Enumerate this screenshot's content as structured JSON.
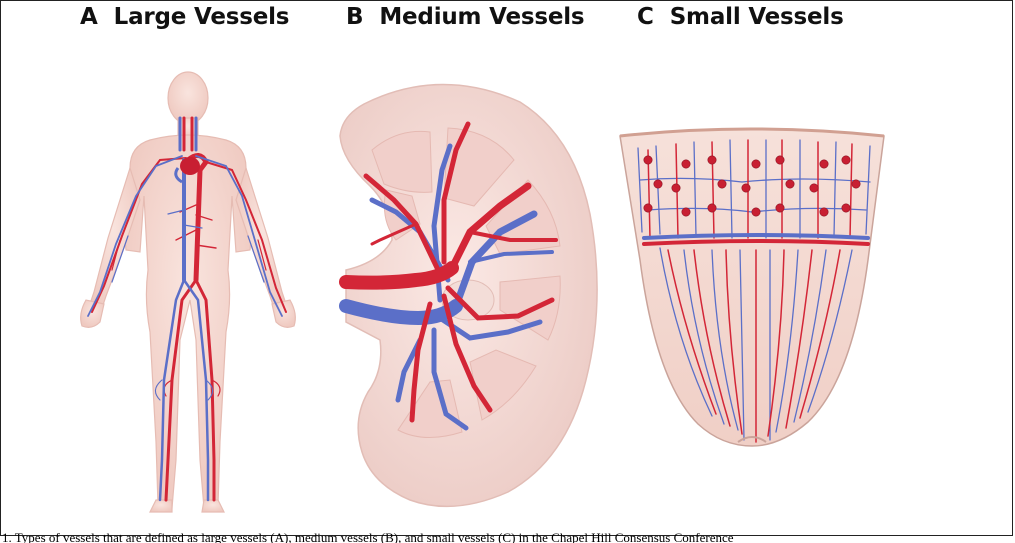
{
  "panels": [
    {
      "letter": "A",
      "title": "Large Vessels"
    },
    {
      "letter": "B",
      "title": "Medium Vessels"
    },
    {
      "letter": "C",
      "title": "Small Vessels"
    }
  ],
  "caption": "1. Types of vessels that are defined as large vessels (A), medium vessels (B), and small vessels (C) in the Chapel Hill Consensus Conference",
  "colors": {
    "artery": "#d32637",
    "vein": "#5b6fc8",
    "tissue": "#f6dcd6",
    "body": "#f4d6cf"
  }
}
